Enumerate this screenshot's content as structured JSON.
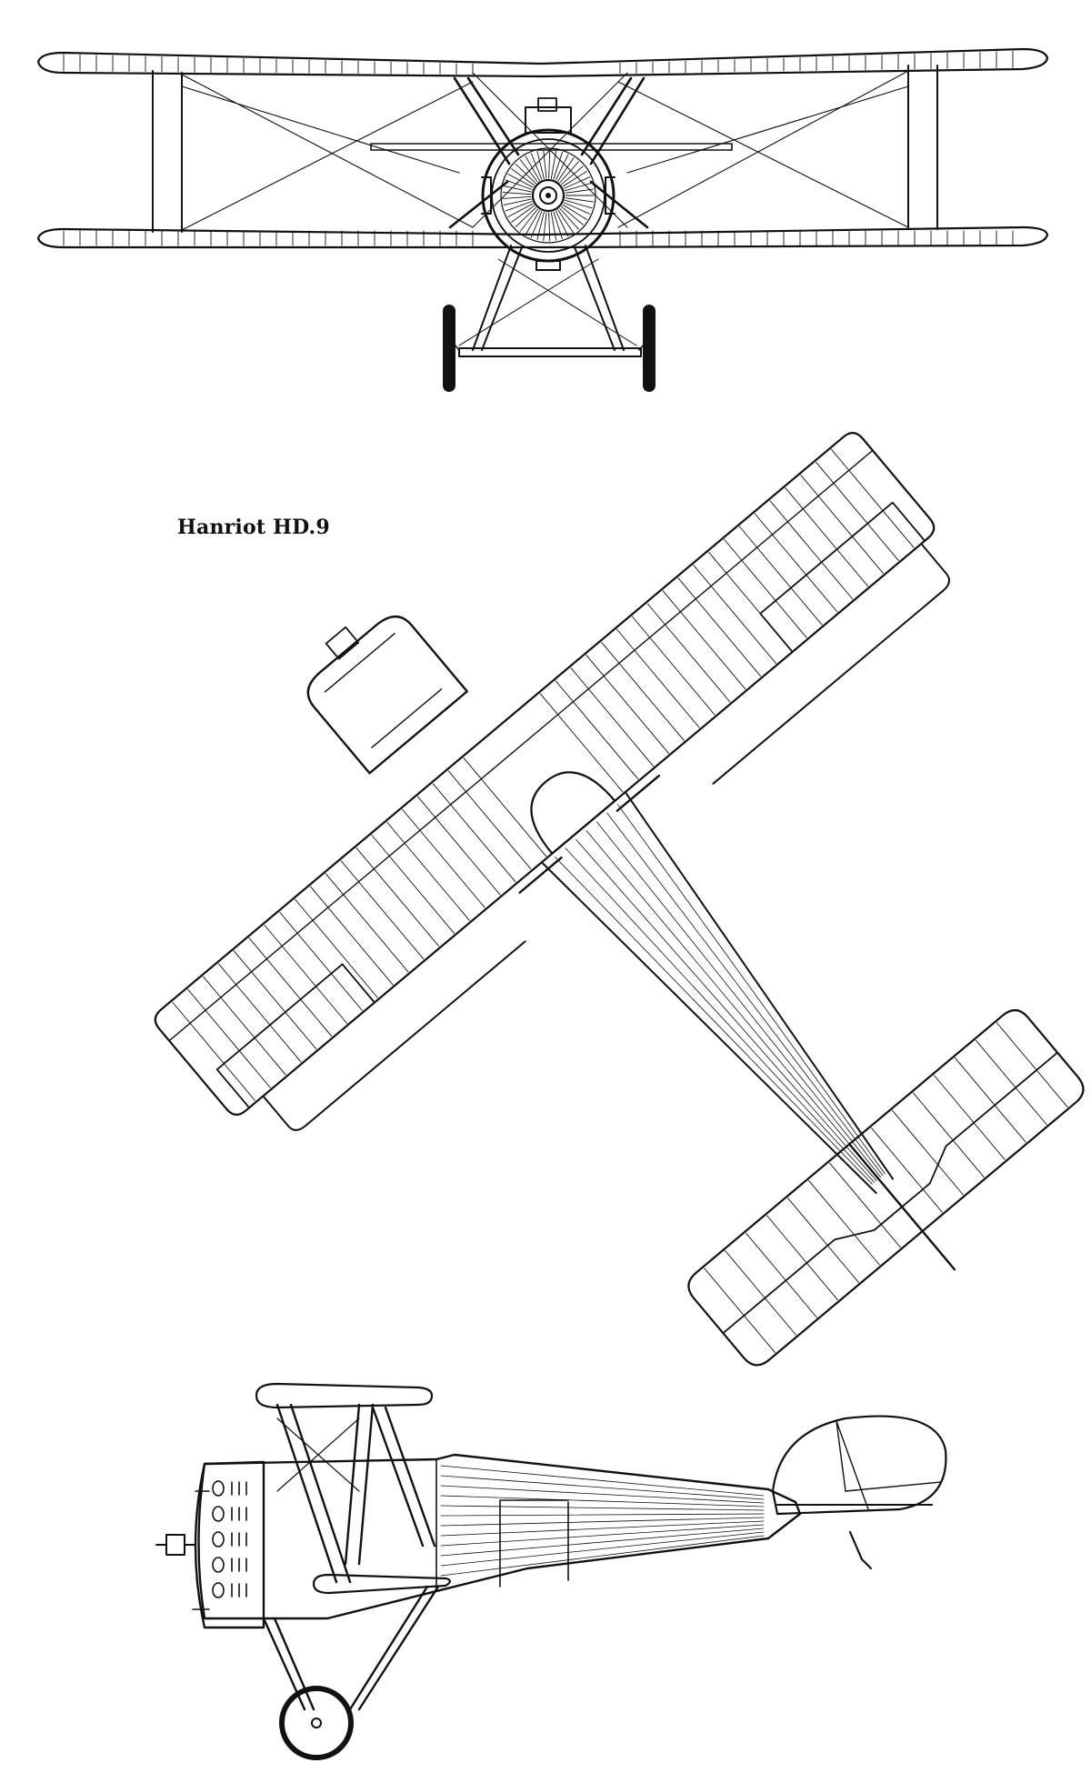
{
  "title": "Hanriot HD.9",
  "top_wing_ribs": 14,
  "tail_ribs": 9,
  "line_color": "#111111",
  "paper_color": "#ffffff"
}
